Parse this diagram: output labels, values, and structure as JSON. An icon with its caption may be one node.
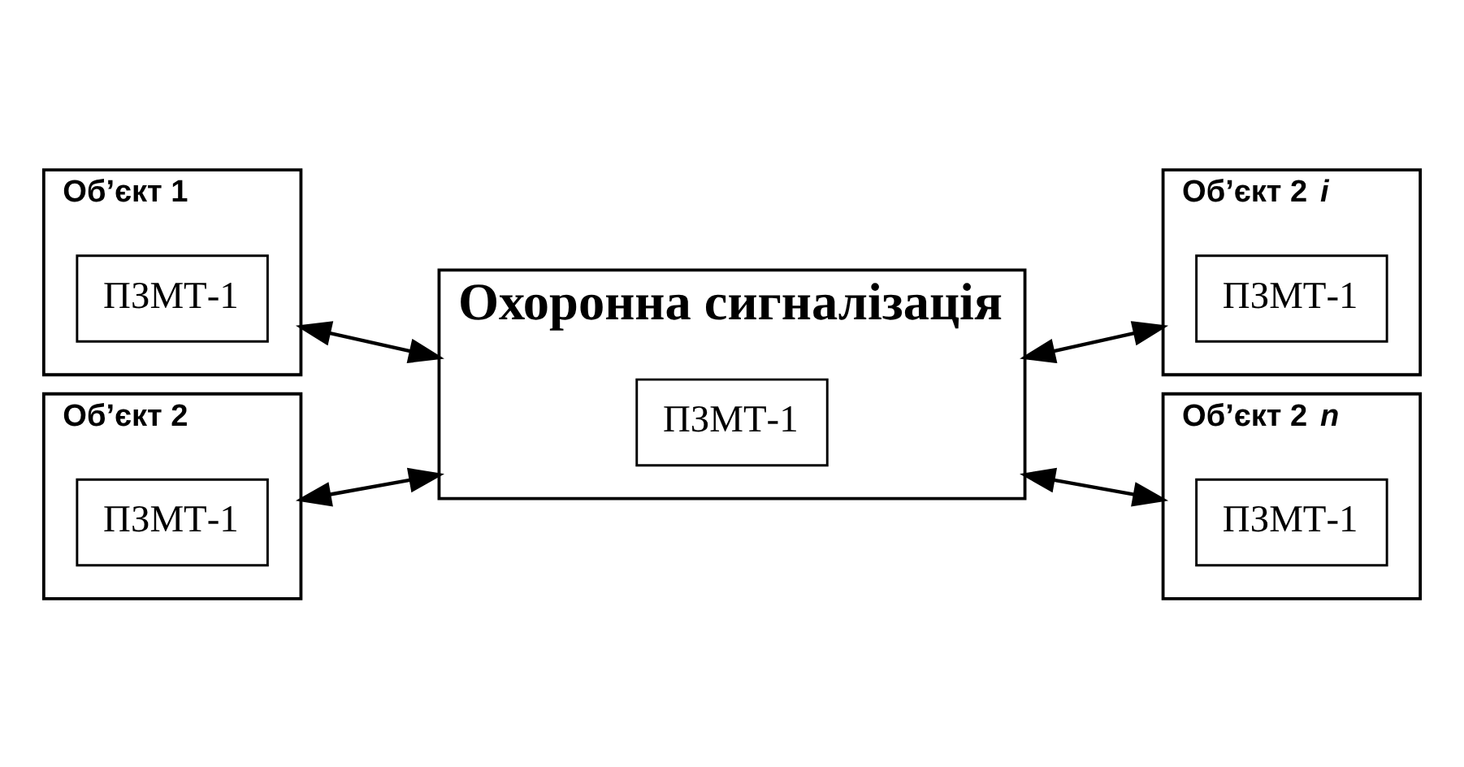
{
  "diagram": {
    "nodes": [
      {
        "text": [
          "Об’єкт 1"
        ]
      },
      {
        "text": [
          "ПЗМТ-1"
        ],
        "in": 0
      },
      {
        "text": [
          "Об’єкт 2"
        ]
      },
      {
        "text": [
          "ПЗМТ-1"
        ],
        "in": 2
      },
      {
        "text": [
          "Охоронна сигналізація"
        ]
      },
      {
        "text": [
          "ПЗМТ-1"
        ],
        "in": 4
      },
      {
        "text": [
          "Об’єкт 2 *i*"
        ]
      },
      {
        "text": [
          "ПЗМТ-1"
        ],
        "in": 6
      },
      {
        "text": [
          "Об’єкт 2 *n*"
        ]
      },
      {
        "text": [
          "ПЗМТ-1"
        ],
        "in": 8
      }
    ],
    "edges": [
      {
        "from": 0,
        "to": 4,
        "arrow": "both"
      },
      {
        "from": 2,
        "to": 4,
        "arrow": "both"
      },
      {
        "from": 4,
        "to": 6,
        "arrow": "both"
      },
      {
        "from": 4,
        "to": 8,
        "arrow": "both"
      }
    ]
  }
}
